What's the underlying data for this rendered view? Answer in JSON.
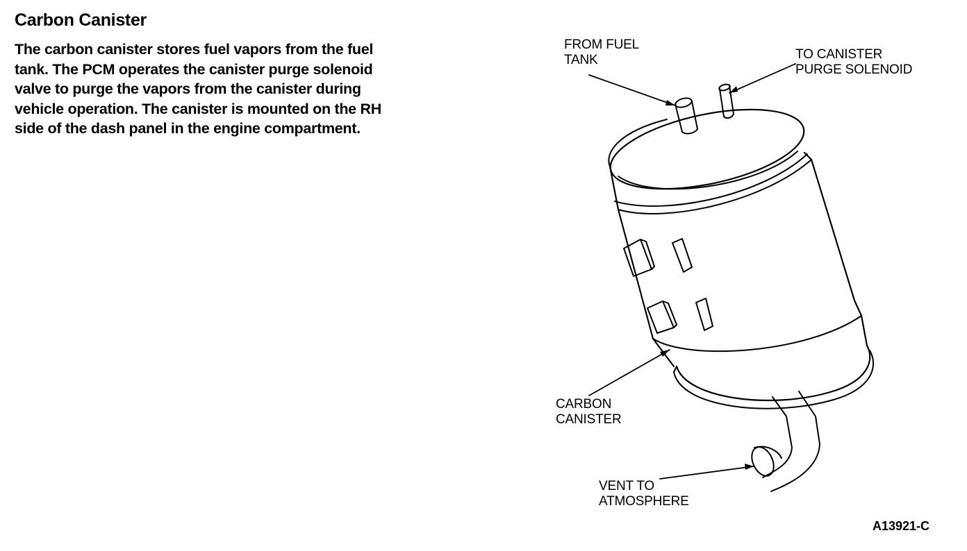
{
  "section": {
    "title": "Carbon Canister",
    "paragraph_lines": [
      "The carbon canister stores fuel vapors from the fuel",
      "tank. The PCM operates the canister purge solenoid",
      "valve to purge the vapors from the canister during",
      "vehicle operation. The canister is mounted on the RH",
      "side of the dash panel in the engine compartment."
    ]
  },
  "diagram": {
    "callouts": {
      "from_fuel_tank": [
        "FROM FUEL",
        "TANK"
      ],
      "to_canister_purge_solenoid": [
        "TO CANISTER",
        "PURGE SOLENOID"
      ],
      "carbon_canister": [
        "CARBON",
        "CANISTER"
      ],
      "vent_to_atmosphere": [
        "VENT TO",
        "ATMOSPHERE"
      ]
    },
    "figure_id": "A13921-C"
  }
}
